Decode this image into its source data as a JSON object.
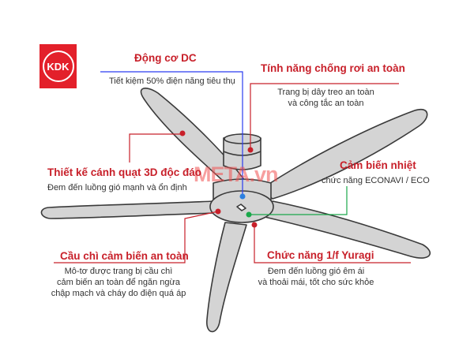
{
  "brand": {
    "logo_text": "KDK",
    "watermark": "META.vn"
  },
  "callouts": [
    {
      "title": "Động cơ DC",
      "lines": [
        "Tiết kiệm 50% điện năng tiêu thụ"
      ],
      "color": "#2b3cf0"
    },
    {
      "title": "Tính năng chống rơi an toàn",
      "lines": [
        "Trang bị dây treo an toàn",
        "và công tắc an toàn"
      ],
      "color": "#c8202a"
    },
    {
      "title": "Thiết kế cánh quạt 3D độc đáo",
      "lines": [
        "Đem đến luồng gió mạnh và ổn định"
      ],
      "color": "#c8202a"
    },
    {
      "title": "Cảm biến nhiệt",
      "lines": [
        "chức năng ECONAVI / ECO"
      ],
      "color": "#1aa84a"
    },
    {
      "title": "Cầu chì cảm biến an toàn",
      "lines": [
        "Mô-tơ được trang bị cầu chì",
        "cảm biến an toàn để ngăn ngừa",
        "chập mạch và cháy do điện quá áp"
      ],
      "color": "#c8202a"
    },
    {
      "title": "Chức năng 1/f Yuragi",
      "lines": [
        "Đem đến luồng gió êm ái",
        "và thoải mái, tốt cho sức khỏe"
      ],
      "color": "#c8202a"
    }
  ]
}
